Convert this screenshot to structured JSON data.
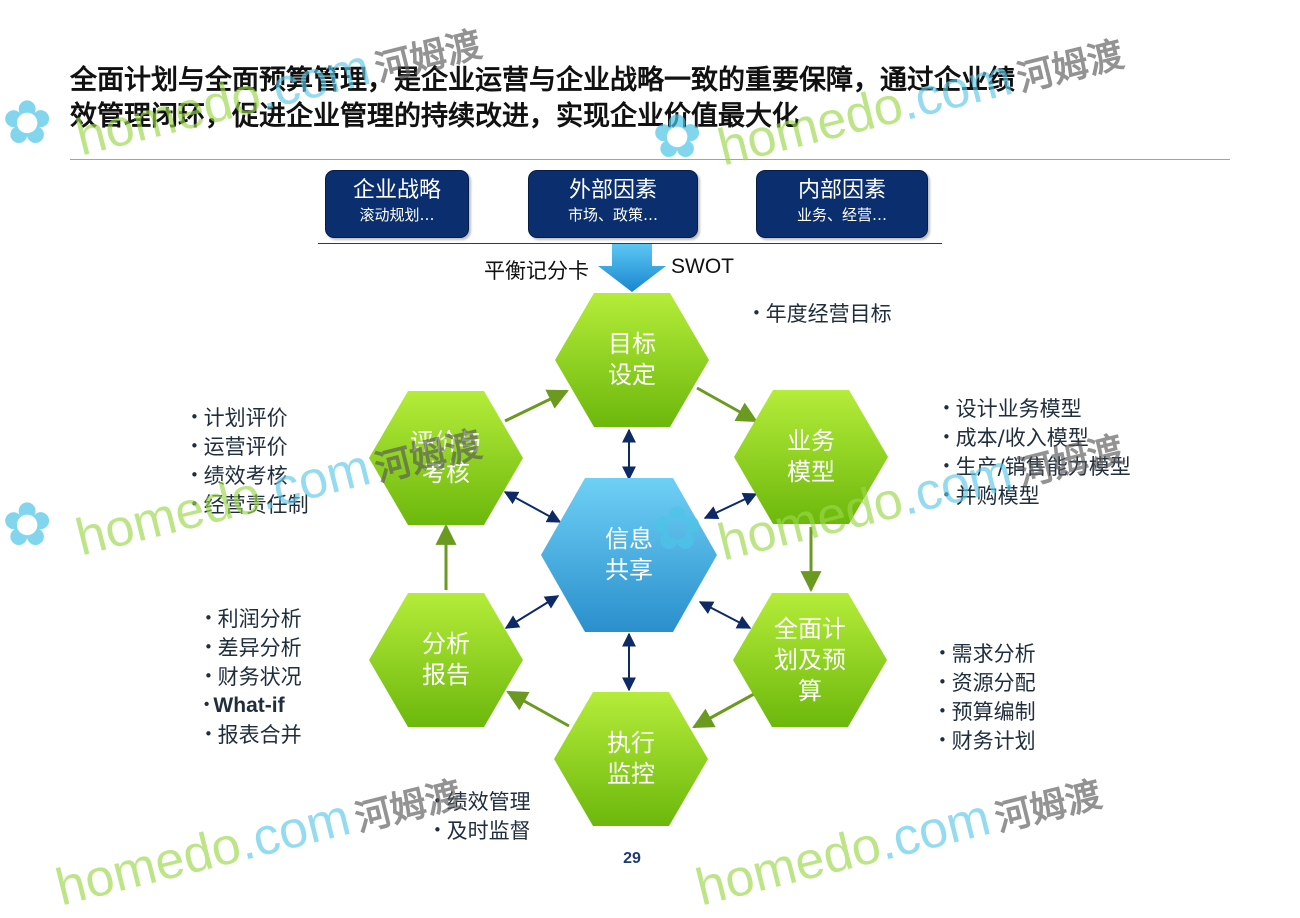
{
  "title": "全面计划与全面预算管理，是企业运营与企业战略一致的重要保障，通过企业绩效管理闭环，促进企业管理的持续改进，实现企业价值最大化",
  "factors": [
    {
      "title": "企业战略",
      "sub": "滚动规划…"
    },
    {
      "title": "外部因素",
      "sub": "市场、政策…"
    },
    {
      "title": "内部因素",
      "sub": "业务、经营…"
    }
  ],
  "tools": {
    "left": "平衡记分卡",
    "right": "SWOT"
  },
  "nodes": {
    "center": {
      "line1": "信息",
      "line2": "共享"
    },
    "top": {
      "line1": "目标",
      "line2": "设定"
    },
    "upper_right": {
      "line1": "业务",
      "line2": "模型"
    },
    "lower_right": {
      "line1": "全面计",
      "line2": "划及预",
      "line3": "算"
    },
    "bottom": {
      "line1": "执行",
      "line2": "监控"
    },
    "lower_left": {
      "line1": "分析",
      "line2": "报告"
    },
    "upper_left": {
      "line1": "评价与",
      "line2": "考核"
    }
  },
  "bullets": {
    "top": [
      "年度经营目标"
    ],
    "upper_right": [
      "设计业务模型",
      "成本/收入模型",
      "生产/销售能力模型",
      "并购模型"
    ],
    "lower_right": [
      "需求分析",
      "资源分配",
      "预算编制",
      "财务计划"
    ],
    "bottom": [
      "绩效管理",
      "及时监督"
    ],
    "lower_left": [
      "利润分析",
      "差异分析",
      "财务状况",
      "What-if",
      "报表合并"
    ],
    "upper_left": [
      "计划评价",
      "运营评价",
      "绩效考核",
      "经营责任制"
    ]
  },
  "page_number": "29",
  "watermark": {
    "brand": "homedo",
    "tld": ".com",
    "cn": "河姆渡"
  },
  "colors": {
    "navy": "#0b2f6e",
    "green_hex": "#7ecb12",
    "blue_hex": "#3aa6dd",
    "arrow_green": "#6a9a1f",
    "arrow_navy": "#0d2a66"
  }
}
